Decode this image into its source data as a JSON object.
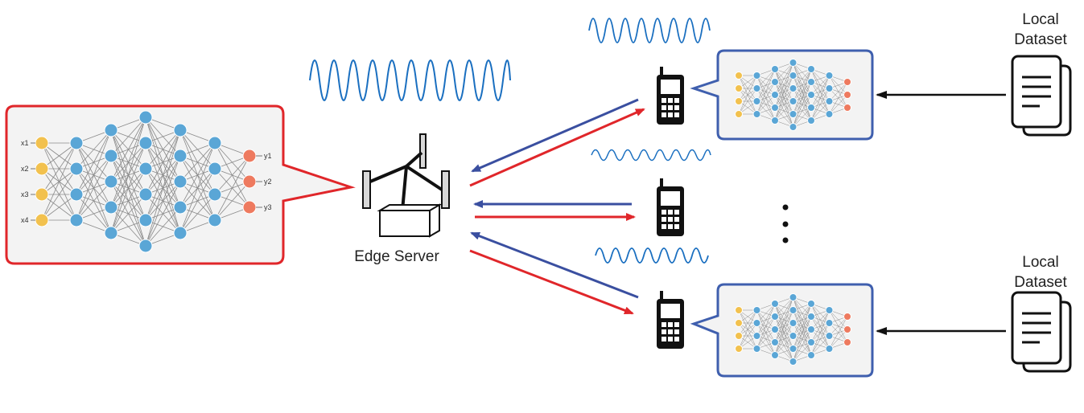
{
  "server": {
    "label": "Edge Server"
  },
  "datasets": [
    {
      "line1": "Local",
      "line2": "Dataset"
    },
    {
      "line1": "Local",
      "line2": "Dataset"
    }
  ],
  "global_model": {
    "inputs": [
      "x1",
      "x2",
      "x3",
      "x4"
    ],
    "outputs": [
      "y1",
      "y2",
      "y3"
    ]
  },
  "colors": {
    "downlink_arrow": "#3a4fa0",
    "uplink_arrow": "#e0262a",
    "wave": "#1a6fc0",
    "global_model_border": "#e0262a",
    "device_model_border": "#3f5fae",
    "input_node": "#f2c14e",
    "hidden_node": "#5aa6d6",
    "output_node": "#ee7a5f"
  },
  "icons": {
    "server": "edge-server-icon",
    "device": "mobile-phone-icon",
    "dataset": "document-stack-icon",
    "signal": "wireless-wave-icon"
  }
}
